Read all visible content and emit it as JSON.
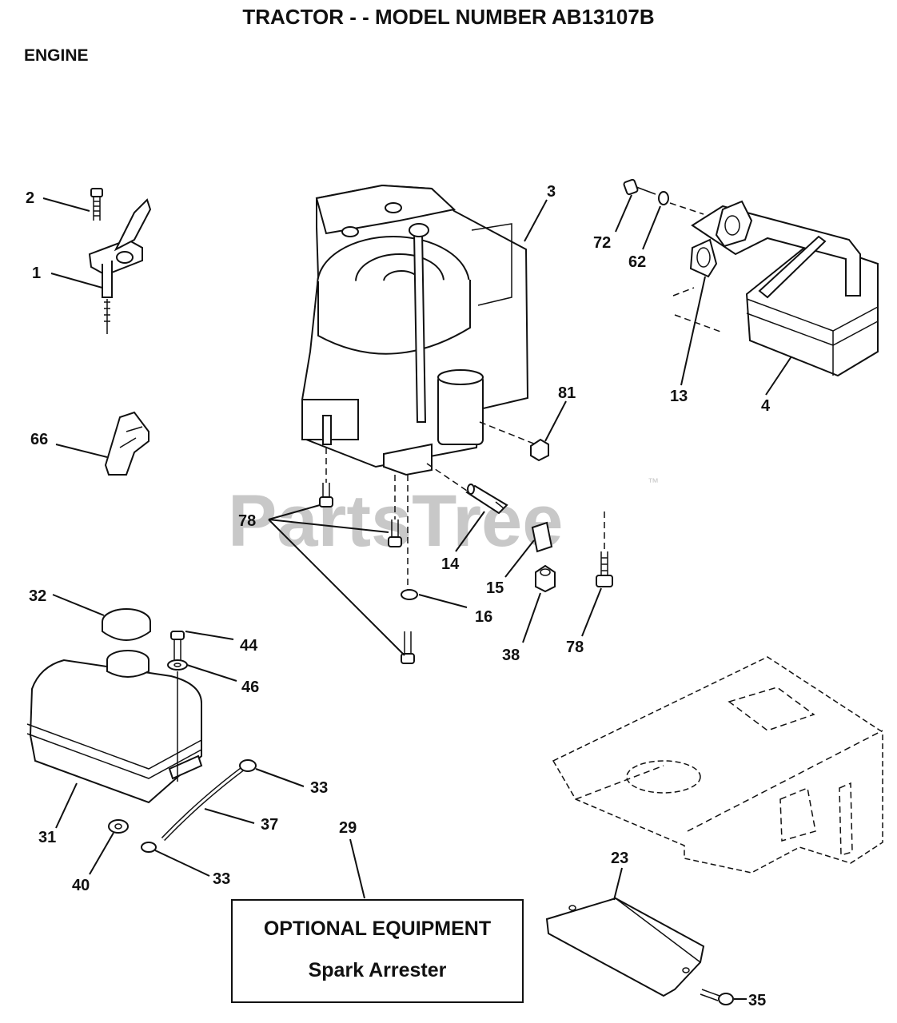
{
  "header": {
    "title": "TRACTOR - - MODEL NUMBER AB13107B",
    "section": "ENGINE"
  },
  "watermark": {
    "text": "PartsTree",
    "trademark": "™"
  },
  "optional_box": {
    "title": "OPTIONAL EQUIPMENT",
    "item": "Spark Arrester"
  },
  "callouts": {
    "c1": "1",
    "c2": "2",
    "c3": "3",
    "c4": "4",
    "c13": "13",
    "c14": "14",
    "c15": "15",
    "c16": "16",
    "c23": "23",
    "c29": "29",
    "c31": "31",
    "c32": "32",
    "c33a": "33",
    "c33b": "33",
    "c35": "35",
    "c37": "37",
    "c38": "38",
    "c40": "40",
    "c44": "44",
    "c46": "46",
    "c62": "62",
    "c66": "66",
    "c72": "72",
    "c78a": "78",
    "c78b": "78",
    "c81": "81"
  }
}
